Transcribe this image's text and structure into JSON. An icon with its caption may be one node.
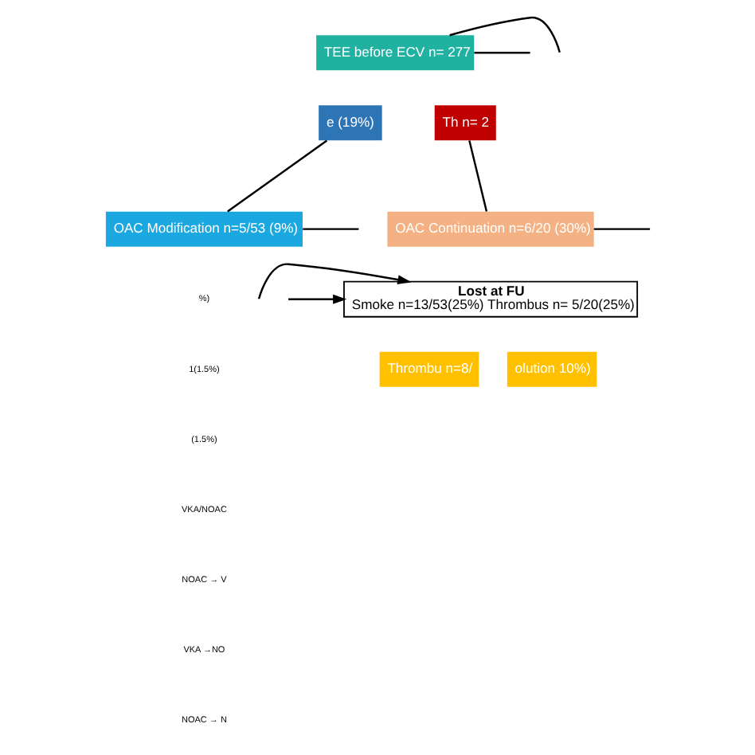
{
  "diagram": {
    "nodes": [
      {
        "text": [
          "TEE before ECV n= 277"
        ]
      },
      {
        "text": [
          "e (19%)"
        ]
      },
      {
        "text": [
          "Th n= 2"
        ]
      },
      {
        "text": [
          "OAC Modification n=5/53 (9%)"
        ]
      },
      {
        "text": [
          "OAC Continuation n=6/20 (30%)"
        ]
      },
      {
        "text": [
          "Lost at FU",
          "Smoke n=13/53(25%) Thrombus n= 5/20(25%)"
        ]
      },
      {
        "text": [
          "olution 10%)"
        ]
      },
      {
        "text": [
          "Thrombu n=8/"
        ]
      }
    ],
    "edges": [
      {
        "from": 0,
        "to": null,
        "arrow": "none"
      },
      {
        "from": 0,
        "to": null,
        "arrow": "none"
      },
      {
        "from": 1,
        "to": 3,
        "arrow": "none"
      },
      {
        "from": 2,
        "to": 4,
        "arrow": "none"
      },
      {
        "from": 3,
        "to": null,
        "arrow": "none"
      },
      {
        "from": 4,
        "to": null,
        "arrow": "none"
      },
      {
        "from": null,
        "to": 5,
        "arrow": "to"
      },
      {
        "from": null,
        "to": 5,
        "arrow": "to"
      }
    ],
    "labels": [
      "%)",
      "1(1.5%)",
      "(1.5%)",
      "VKA/NOAC",
      "NOAC → V",
      "VKA →NO",
      "NOAC → N"
    ]
  }
}
